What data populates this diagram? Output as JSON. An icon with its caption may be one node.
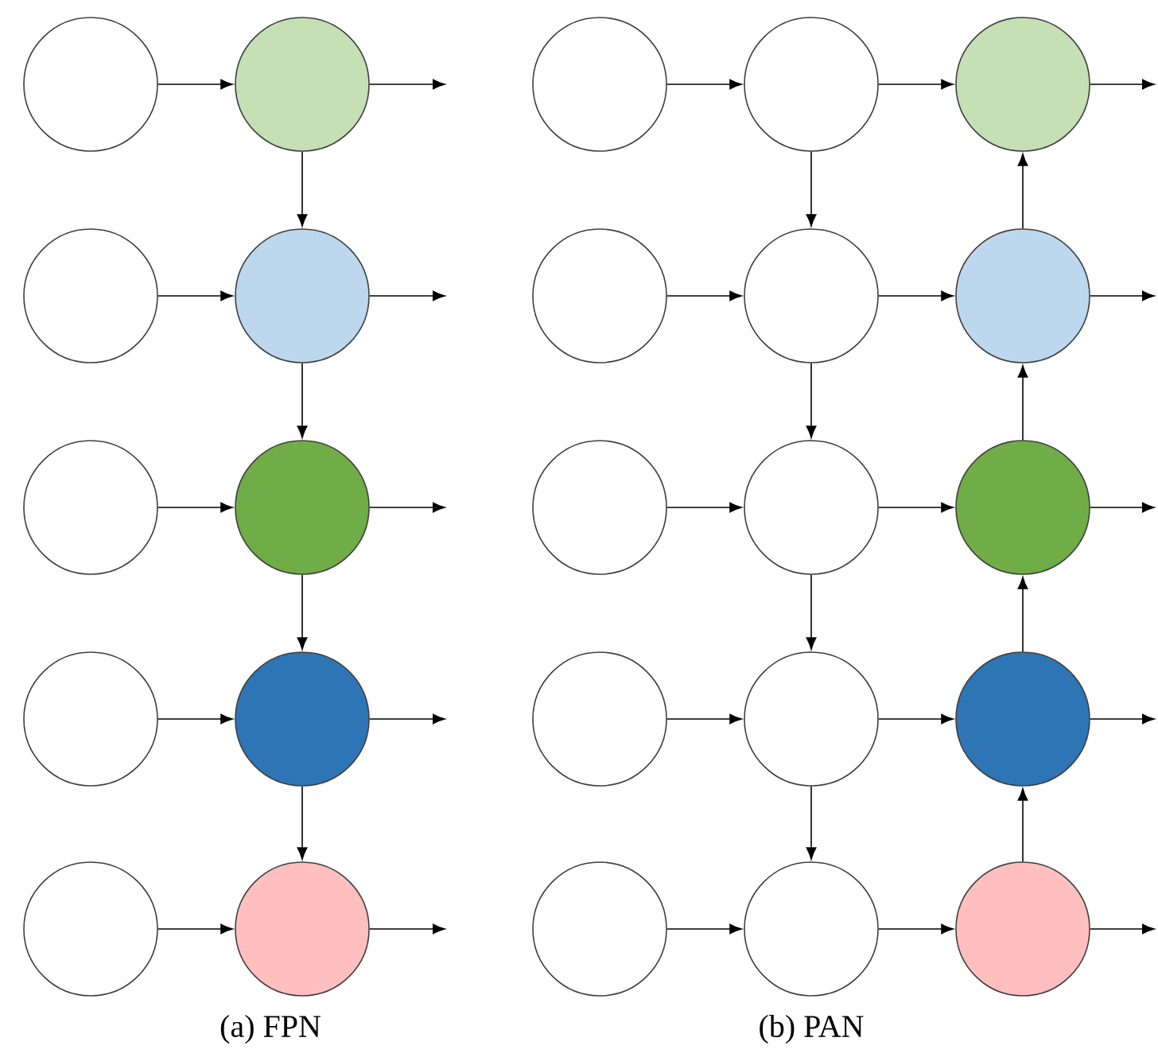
{
  "diagram": {
    "nodes": [
      {
        "text": [],
        "shape": "circle"
      },
      {
        "text": [],
        "shape": "circle"
      },
      {
        "text": [],
        "shape": "circle"
      },
      {
        "text": [],
        "shape": "circle"
      },
      {
        "text": [],
        "shape": "circle"
      },
      {
        "text": [],
        "shape": "circle"
      },
      {
        "text": [],
        "shape": "circle"
      },
      {
        "text": [],
        "shape": "circle"
      },
      {
        "text": [],
        "shape": "circle"
      },
      {
        "text": [],
        "shape": "circle"
      },
      {
        "text": [],
        "shape": "circle"
      },
      {
        "text": [],
        "shape": "circle"
      },
      {
        "text": [],
        "shape": "circle"
      },
      {
        "text": [],
        "shape": "circle"
      },
      {
        "text": [],
        "shape": "circle"
      },
      {
        "text": [],
        "shape": "circle"
      },
      {
        "text": [],
        "shape": "circle"
      },
      {
        "text": [],
        "shape": "circle"
      },
      {
        "text": [],
        "shape": "circle"
      },
      {
        "text": [],
        "shape": "circle"
      },
      {
        "text": [],
        "shape": "circle"
      },
      {
        "text": [],
        "shape": "circle"
      },
      {
        "text": [],
        "shape": "circle"
      },
      {
        "text": [],
        "shape": "circle"
      },
      {
        "text": [],
        "shape": "circle"
      }
    ],
    "edges": [
      {
        "from": 0,
        "to": 1,
        "arrow": "to"
      },
      {
        "from": 1,
        "to": null,
        "arrow": "to"
      },
      {
        "from": 2,
        "to": 3,
        "arrow": "to"
      },
      {
        "from": 3,
        "to": null,
        "arrow": "to"
      },
      {
        "from": 4,
        "to": 5,
        "arrow": "to"
      },
      {
        "from": 5,
        "to": null,
        "arrow": "to"
      },
      {
        "from": 6,
        "to": 7,
        "arrow": "to"
      },
      {
        "from": 7,
        "to": null,
        "arrow": "to"
      },
      {
        "from": 8,
        "to": 9,
        "arrow": "to"
      },
      {
        "from": 9,
        "to": null,
        "arrow": "to"
      },
      {
        "from": 1,
        "to": 3,
        "arrow": "to"
      },
      {
        "from": 3,
        "to": 5,
        "arrow": "to"
      },
      {
        "from": 5,
        "to": 7,
        "arrow": "to"
      },
      {
        "from": 7,
        "to": 9,
        "arrow": "to"
      },
      {
        "from": 10,
        "to": 11,
        "arrow": "to"
      },
      {
        "from": 11,
        "to": 12,
        "arrow": "to"
      },
      {
        "from": 12,
        "to": null,
        "arrow": "to"
      },
      {
        "from": 13,
        "to": 14,
        "arrow": "to"
      },
      {
        "from": 14,
        "to": 15,
        "arrow": "to"
      },
      {
        "from": 15,
        "to": null,
        "arrow": "to"
      },
      {
        "from": 16,
        "to": 17,
        "arrow": "to"
      },
      {
        "from": 17,
        "to": 18,
        "arrow": "to"
      },
      {
        "from": 18,
        "to": null,
        "arrow": "to"
      },
      {
        "from": 19,
        "to": 20,
        "arrow": "to"
      },
      {
        "from": 20,
        "to": 21,
        "arrow": "to"
      },
      {
        "from": 21,
        "to": null,
        "arrow": "to"
      },
      {
        "from": 22,
        "to": 23,
        "arrow": "to"
      },
      {
        "from": 23,
        "to": 24,
        "arrow": "to"
      },
      {
        "from": 24,
        "to": null,
        "arrow": "to"
      },
      {
        "from": 11,
        "to": 14,
        "arrow": "to"
      },
      {
        "from": 14,
        "to": 17,
        "arrow": "to"
      },
      {
        "from": 17,
        "to": 20,
        "arrow": "to"
      },
      {
        "from": 20,
        "to": 23,
        "arrow": "to"
      },
      {
        "from": 24,
        "to": 21,
        "arrow": "to"
      },
      {
        "from": 21,
        "to": 18,
        "arrow": "to"
      },
      {
        "from": 18,
        "to": 15,
        "arrow": "to"
      },
      {
        "from": 15,
        "to": 12,
        "arrow": "to"
      }
    ],
    "labels": [
      "(a) FPN",
      "(b) PAN"
    ]
  }
}
